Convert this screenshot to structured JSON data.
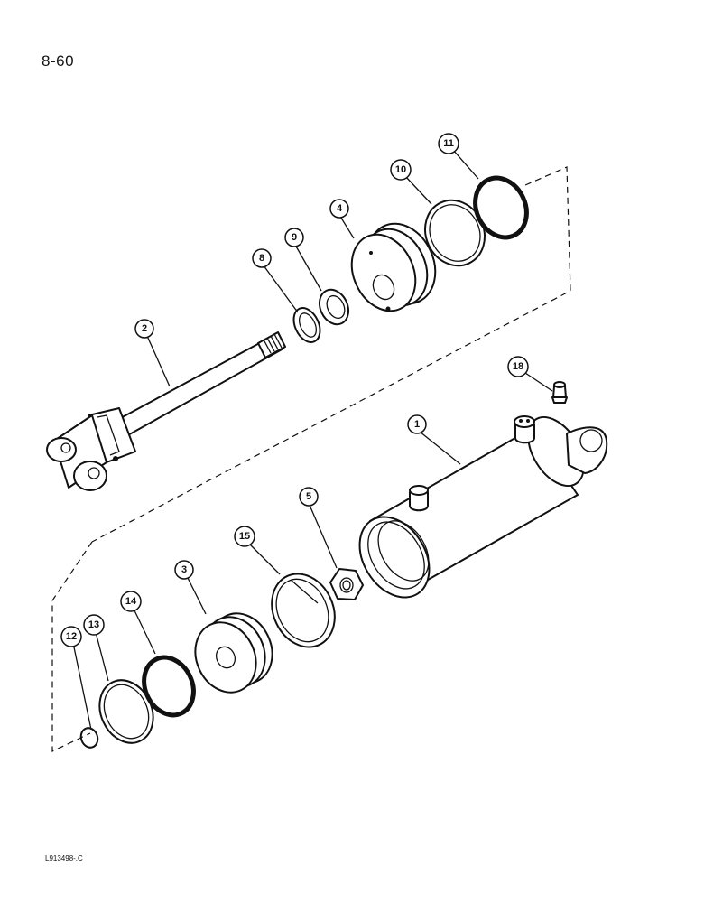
{
  "page_number": "8-60",
  "figure_code": "L913498-.C",
  "callouts": [
    {
      "id": "cyl",
      "label": "1"
    },
    {
      "id": "rod",
      "label": "2"
    },
    {
      "id": "piston",
      "label": "3"
    },
    {
      "id": "gland",
      "label": "4"
    },
    {
      "id": "nut",
      "label": "5"
    },
    {
      "id": "ring8",
      "label": "8"
    },
    {
      "id": "ring9",
      "label": "9"
    },
    {
      "id": "ring10",
      "label": "10"
    },
    {
      "id": "ring11",
      "label": "11"
    },
    {
      "id": "ring12",
      "label": "12"
    },
    {
      "id": "ring13",
      "label": "13"
    },
    {
      "id": "ring14",
      "label": "14"
    },
    {
      "id": "ring15",
      "label": "15"
    },
    {
      "id": "fitting",
      "label": "18"
    }
  ]
}
